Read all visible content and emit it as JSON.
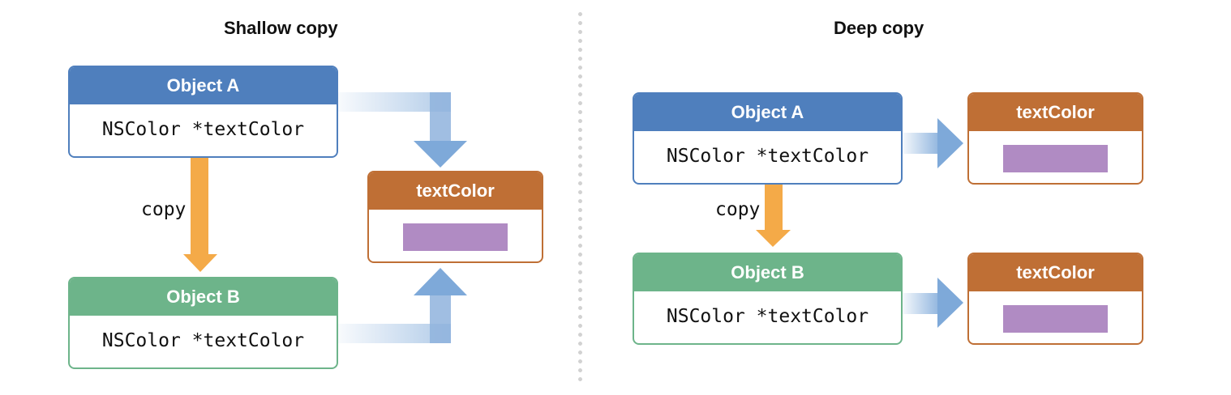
{
  "shallow": {
    "title": "Shallow copy",
    "object_a": {
      "header": "Object A",
      "body": "NSColor *textColor"
    },
    "object_b": {
      "header": "Object B",
      "body": "NSColor *textColor"
    },
    "copy_label": "copy",
    "target": {
      "header": "textColor"
    }
  },
  "deep": {
    "title": "Deep copy",
    "object_a": {
      "header": "Object A",
      "body": "NSColor *textColor"
    },
    "object_b": {
      "header": "Object B",
      "body": "NSColor *textColor"
    },
    "copy_label": "copy",
    "target_a": {
      "header": "textColor"
    },
    "target_b": {
      "header": "textColor"
    }
  },
  "colors": {
    "object_a": "#4f7fbd",
    "object_b": "#6db48a",
    "text_color_box": "#bf6f35",
    "swatch": "#b08bc3",
    "copy_arrow": "#f4aa48",
    "reference_arrow": "#7ea9d9"
  }
}
